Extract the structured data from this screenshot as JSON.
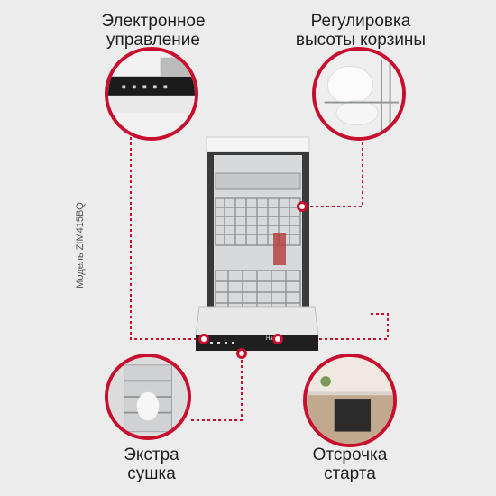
{
  "labels": {
    "electronic_control": [
      "Электронное",
      "управление"
    ],
    "basket_height": [
      "Регулировка",
      "высоты корзины"
    ],
    "extra_dry": [
      "Экстра",
      "сушка"
    ],
    "delay_start": [
      "Отсрочка",
      "старта"
    ]
  },
  "model_text": "Модель ZIM415BQ",
  "panel_brand": "Hansa",
  "colors": {
    "accent": "#c8102e",
    "background": "#ececed",
    "appliance_body": "#2a2a2a",
    "rack": "#9ea1a4"
  }
}
